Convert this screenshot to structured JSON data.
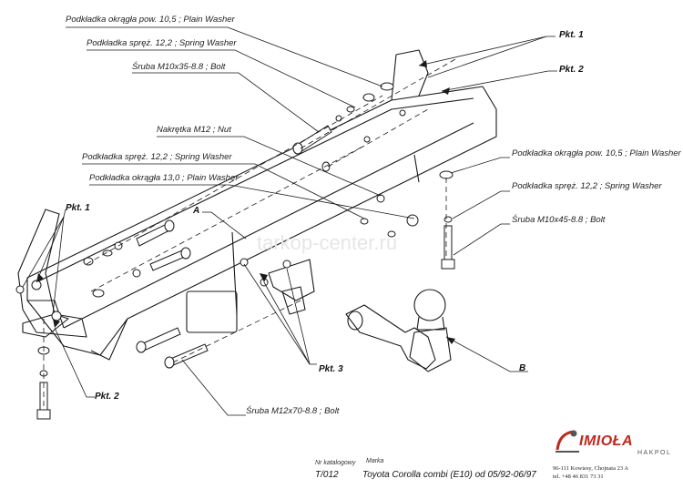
{
  "labels": {
    "plain_washer_10_5_top": "Podkładka okrągła pow. 10,5 ; Plain Washer",
    "spring_washer_12_2_top": "Podkładka spręż. 12,2 ; Spring Washer",
    "bolt_m10x35": "Śruba M10x35-8.8   ;  Bolt",
    "nut_m12": "Nakrętka  M12 ; Nut",
    "spring_washer_12_2_mid": "Podkładka spręż. 12,2 ; Spring Washer",
    "plain_washer_13": "Podkładka okrągła 13,0 ;  Plain Washer",
    "plain_washer_10_5_right": "Podkładka okrągła pow. 10,5 ; Plain Washer",
    "spring_washer_12_2_right": "Podkładka spręż. 12,2 ; Spring Washer",
    "bolt_m10x45": "Śruba M10x45-8.8   ;  Bolt",
    "bolt_m12x70": "Śruba M12x70-8.8  ;  Bolt"
  },
  "points": {
    "pkt1_top": "Pkt. 1",
    "pkt2_top": "Pkt. 2",
    "pkt1_left": "Pkt. 1",
    "pkt2_left": "Pkt. 2",
    "pkt3": "Pkt. 3",
    "a": "A",
    "b": "B"
  },
  "watermark": "tarkop-center.ru",
  "footer": {
    "catalog_label": "Nr katalogowy",
    "brand_label": "Marka",
    "catalog_no": "T/012",
    "vehicle": "Toyota Corolla combi (E10)    od 05/92-06/97"
  },
  "company": {
    "logo": "IMIOŁA",
    "logo_sub": "HAKPOL",
    "address": "96-111 Kowiesy, Chojnata 23 A",
    "phone": "tel. +48 46 831 73 31"
  },
  "colors": {
    "line": "#1a1a1a",
    "logo_red": "#c0281e"
  }
}
